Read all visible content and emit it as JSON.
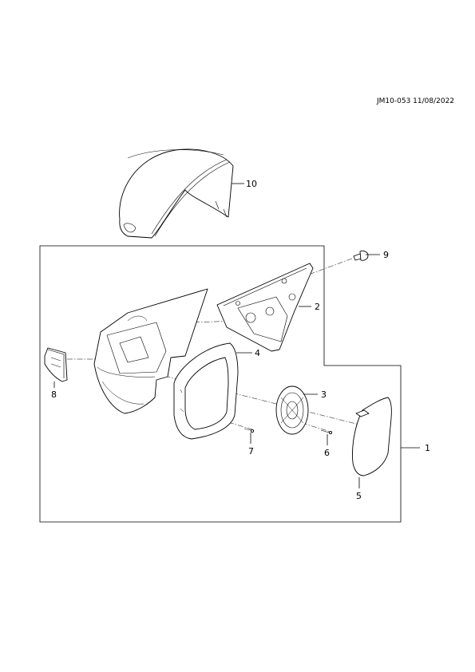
{
  "drawing": {
    "reference": "JM10-053 11/08/2022"
  },
  "callouts": {
    "c1": "1",
    "c2": "2",
    "c3": "3",
    "c4": "4",
    "c5": "5",
    "c6": "6",
    "c7": "7",
    "c8": "8",
    "c9": "9",
    "c10": "10"
  }
}
